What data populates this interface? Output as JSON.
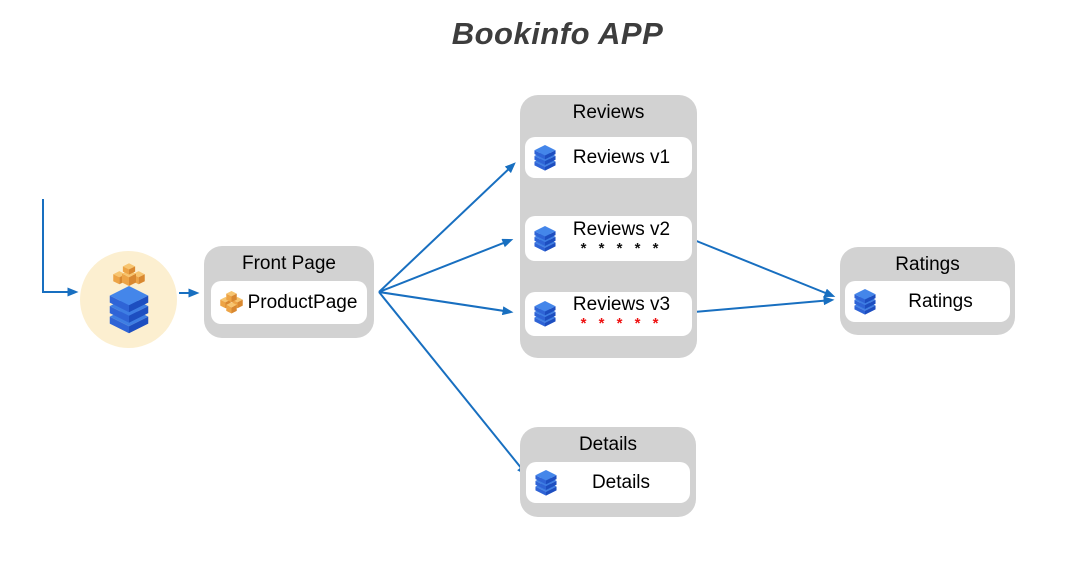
{
  "title": "Bookinfo APP",
  "colors": {
    "arrow": "#186fc0",
    "group_background": "#d2d2d2",
    "title_text": "#3d3d3d",
    "user_circle_background": "#fcefd0",
    "stars_v2": "#111111",
    "stars_v3": "#ee1111",
    "icon_blue_top": "#3e7ee3",
    "icon_orange_top": "#f7c570"
  },
  "user": {
    "icon": "user-workload-icon"
  },
  "front_page": {
    "group_label": "Front Page",
    "service_label": "ProductPage"
  },
  "reviews": {
    "group_label": "Reviews",
    "items": [
      {
        "label": "Reviews v1",
        "stars": ""
      },
      {
        "label": "Reviews v2",
        "stars": "* * * * *"
      },
      {
        "label": "Reviews v3",
        "stars": "* * * * *"
      }
    ]
  },
  "details": {
    "group_label": "Details",
    "service_label": "Details"
  },
  "ratings": {
    "group_label": "Ratings",
    "service_label": "Ratings"
  },
  "edges": [
    {
      "from": "entry",
      "to": "user"
    },
    {
      "from": "user",
      "to": "ProductPage"
    },
    {
      "from": "ProductPage",
      "to": "Reviews v1"
    },
    {
      "from": "ProductPage",
      "to": "Reviews v2"
    },
    {
      "from": "ProductPage",
      "to": "Reviews v3"
    },
    {
      "from": "ProductPage",
      "to": "Details"
    },
    {
      "from": "Reviews v2",
      "to": "Ratings"
    },
    {
      "from": "Reviews v3",
      "to": "Ratings"
    }
  ]
}
